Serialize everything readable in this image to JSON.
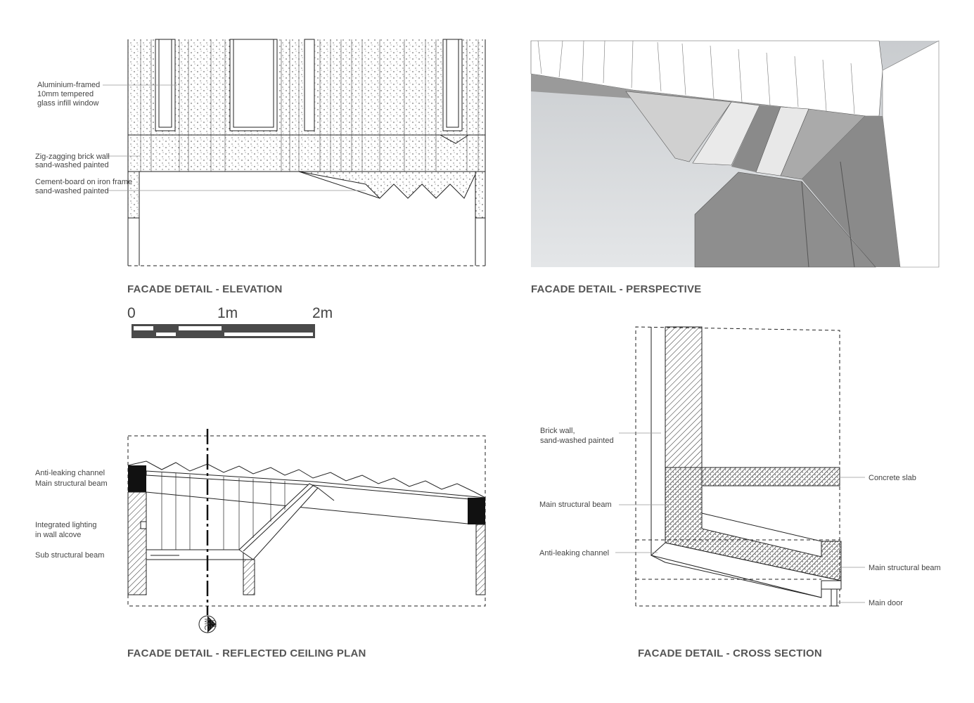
{
  "titles": {
    "elevation": "FACADE DETAIL - ELEVATION",
    "perspective": "FACADE DETAIL - PERSPECTIVE",
    "rcp": "FACADE DETAIL - REFLECTED CEILING PLAN",
    "section": "FACADE DETAIL - CROSS SECTION"
  },
  "elevation_labels": {
    "window": [
      "Aluminium-framed",
      "10mm tempered",
      "glass infill window"
    ],
    "brick": [
      "Zig-zagging brick wall",
      "sand-washed painted"
    ],
    "cement": [
      "Cement-board on iron frame",
      "sand-washed painted"
    ]
  },
  "scale_bar": {
    "ticks": [
      "0",
      "1m",
      "2m"
    ]
  },
  "rcp_labels": {
    "channel": "Anti-leaking channel",
    "beam": "Main structural beam",
    "lighting": [
      "Integrated lighting",
      "in wall alcove"
    ],
    "sub_beam": "Sub structural beam",
    "marker": [
      "MC",
      "01"
    ]
  },
  "section_labels": {
    "brick": [
      "Brick wall,",
      "sand-washed painted"
    ],
    "beam_left": "Main structural beam",
    "channel": "Anti-leaking channel",
    "slab": "Concrete slab",
    "beam_right": "Main structural beam",
    "door": "Main door"
  },
  "colors": {
    "title": "#555555",
    "ink": "#222222",
    "perspective_bg": "#d9dbdd"
  }
}
